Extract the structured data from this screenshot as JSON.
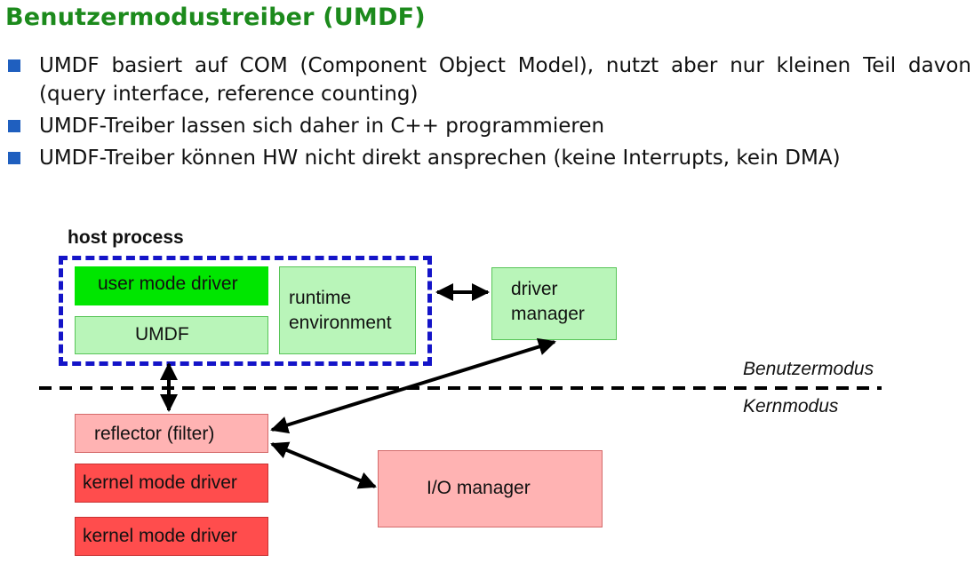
{
  "title": "Benutzermodustreiber (UMDF)",
  "bullets": [
    "UMDF basiert auf COM (Component Object Model), nutzt aber nur kleinen Teil davon (query interface, reference counting)",
    "UMDF-Treiber lassen sich daher in C++ programmieren",
    "UMDF-Treiber können HW nicht direkt ansprechen (keine Interrupts, kein DMA)"
  ],
  "diagram": {
    "host_process_label": "host process",
    "user_mode_driver": "user mode driver",
    "umdf": "UMDF",
    "runtime_line1": "runtime",
    "runtime_line2": "environment",
    "driver_manager_line1": "driver",
    "driver_manager_line2": "manager",
    "benutzermodus": "Benutzermodus",
    "kernmodus": "Kernmodus",
    "reflector": "reflector (filter)",
    "kernel_mode_driver_1": "kernel mode driver",
    "kernel_mode_driver_2": "kernel mode driver",
    "io_manager": "I/O manager"
  },
  "colors": {
    "title_green": "#1c8a1c",
    "bullet_blue": "#1f5fbf",
    "host_frame_blue": "#1414c8",
    "light_green": "#b9f5b9",
    "bright_green": "#00e600",
    "pink": "#ffb3b3",
    "red": "#ff4d4d"
  }
}
